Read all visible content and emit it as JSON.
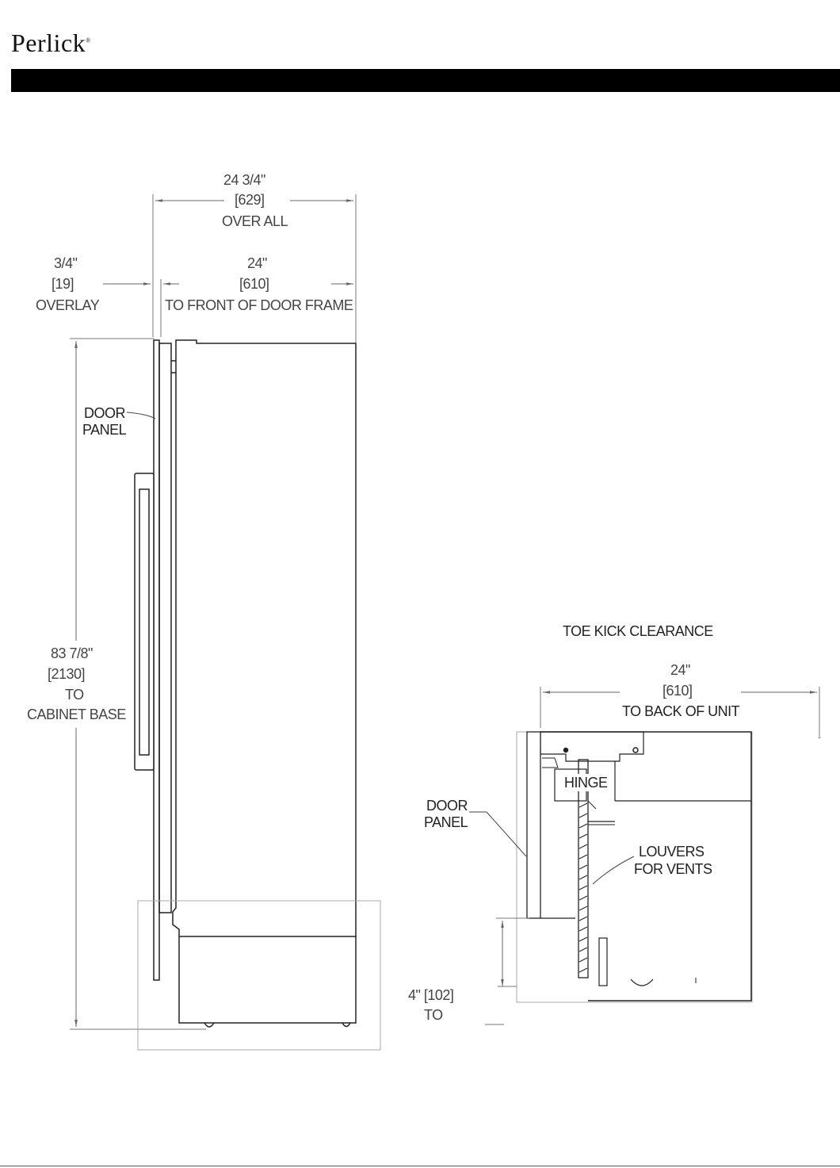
{
  "brand": {
    "logo_text": "Perlick",
    "logo_mark": "®"
  },
  "side_view": {
    "overall_width": {
      "imperial": "24 3/4\"",
      "metric": "[629]",
      "caption": "OVER ALL"
    },
    "overlay": {
      "imperial": "3/4\"",
      "metric": "[19]",
      "caption": "OVERLAY"
    },
    "frame_depth": {
      "imperial": "24\"",
      "metric": "[610]",
      "caption": "TO FRONT OF DOOR FRAME"
    },
    "door_panel": {
      "line1": "DOOR",
      "line2": "PANEL"
    },
    "height": {
      "imperial": "83 7/8\"",
      "metric": "[2130]",
      "caption1": "TO",
      "caption2": "CABINET BASE"
    }
  },
  "toe_kick_view": {
    "title": "TOE KICK CLEARANCE",
    "depth": {
      "imperial": "24\"",
      "metric": "[610]",
      "caption": "TO BACK OF UNIT"
    },
    "hinge": "HINGE",
    "door_panel": {
      "line1": "DOOR",
      "line2": "PANEL"
    },
    "louvers": {
      "line1": "LOUVERS",
      "line2": "FOR VENTS"
    },
    "toe_height": {
      "value": "4\" [102]",
      "caption": "TO"
    }
  }
}
